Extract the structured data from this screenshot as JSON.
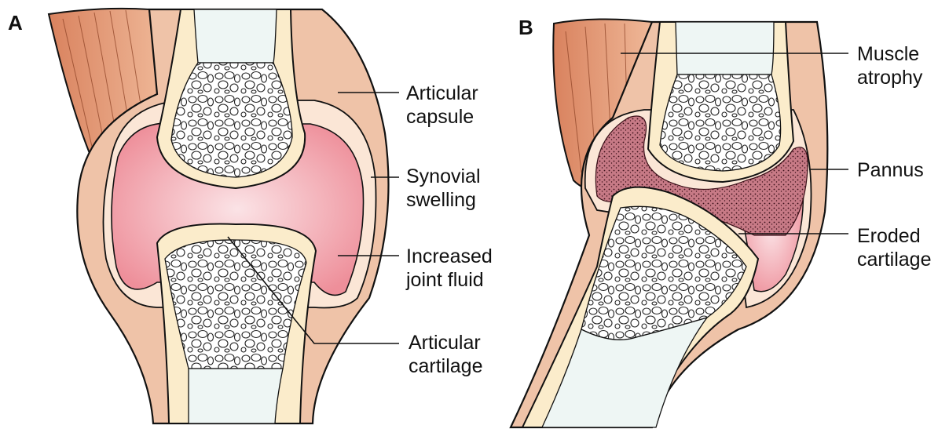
{
  "panels": {
    "a": {
      "letter": "A",
      "labels": {
        "articular_capsule": [
          "Articular",
          "capsule"
        ],
        "synovial_swelling": [
          "Synovial",
          "swelling"
        ],
        "increased_joint_fluid": [
          "Increased",
          "joint fluid"
        ],
        "articular_cartilage": [
          "Articular",
          "cartilage"
        ]
      }
    },
    "b": {
      "letter": "B",
      "labels": {
        "muscle_atrophy": [
          "Muscle",
          "atrophy"
        ],
        "pannus": [
          "Pannus"
        ],
        "eroded_cartilage": [
          "Eroded",
          "cartilage"
        ]
      }
    }
  },
  "colors": {
    "muscle": "#d9825e",
    "capsule": "#efc3a8",
    "bone_cortex": "#fbeccb",
    "marrow": "#eef6f4",
    "synovial_fluid": "#ee8f9a",
    "pannus": "#b35a6a",
    "outline": "#111111"
  }
}
